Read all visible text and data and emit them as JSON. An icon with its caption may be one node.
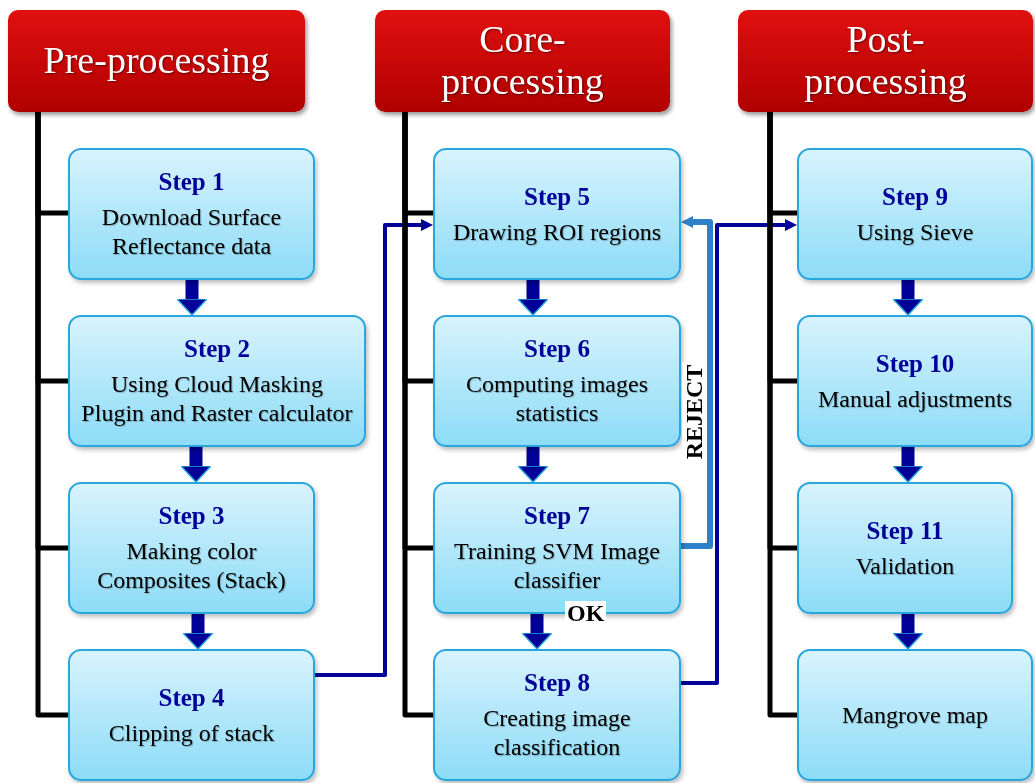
{
  "diagram": {
    "nodes": [
      {
        "text": [
          "Pre-processing"
        ]
      },
      {
        "text": [
          "Step 1",
          "Download Surface Reflectance data"
        ]
      },
      {
        "text": [
          "Step 2",
          "Using Cloud Masking Plugin and Raster calculator"
        ]
      },
      {
        "text": [
          "Step 3",
          "Making color Composites (Stack)"
        ]
      },
      {
        "text": [
          "Step 4",
          "Clipping of stack"
        ]
      },
      {
        "text": [
          "Core- processing"
        ]
      },
      {
        "text": [
          "Step 5",
          "Drawing ROI regions"
        ]
      },
      {
        "text": [
          "Step 6",
          "Computing images statistics"
        ]
      },
      {
        "text": [
          "Step 7",
          "Training SVM Image classifier"
        ]
      },
      {
        "text": [
          "Step 8",
          "Creating image classification"
        ]
      },
      {
        "text": [
          "Post- processing"
        ]
      },
      {
        "text": [
          "Step 9",
          "Using Sieve"
        ]
      },
      {
        "text": [
          "Step 10",
          "Manual adjustments"
        ]
      },
      {
        "text": [
          "Step 11",
          "Validation"
        ]
      },
      {
        "text": [
          "Mangrove map"
        ]
      }
    ],
    "edges": [
      {
        "from": 0,
        "to": 1,
        "arrow": "none"
      },
      {
        "from": 0,
        "to": 2,
        "arrow": "none"
      },
      {
        "from": 0,
        "to": 3,
        "arrow": "none"
      },
      {
        "from": 0,
        "to": 4,
        "arrow": "none"
      },
      {
        "from": 1,
        "to": 2,
        "arrow": "to",
        "style": "thick",
        "color": "#000099"
      },
      {
        "from": 2,
        "to": 3,
        "arrow": "to",
        "style": "thick",
        "color": "#000099"
      },
      {
        "from": 3,
        "to": 4,
        "arrow": "to",
        "style": "thick",
        "color": "#000099"
      },
      {
        "from": 4,
        "to": 6,
        "arrow": "to",
        "color": "#000099"
      },
      {
        "from": 5,
        "to": 6,
        "arrow": "none"
      },
      {
        "from": 5,
        "to": 7,
        "arrow": "none"
      },
      {
        "from": 5,
        "to": 8,
        "arrow": "none"
      },
      {
        "from": 5,
        "to": 9,
        "arrow": "none"
      },
      {
        "from": 6,
        "to": 7,
        "arrow": "to",
        "style": "thick",
        "color": "#000099"
      },
      {
        "from": 7,
        "to": 8,
        "arrow": "to",
        "style": "thick",
        "color": "#000099"
      },
      {
        "from": 8,
        "to": 9,
        "arrow": "to",
        "style": "thick",
        "color": "#000099",
        "label": "OK"
      },
      {
        "from": 8,
        "to": 6,
        "arrow": "to",
        "color": "#2e80c8",
        "label": "REJECT"
      },
      {
        "from": 9,
        "to": 11,
        "arrow": "to",
        "color": "#000099"
      },
      {
        "from": 10,
        "to": 11,
        "arrow": "none"
      },
      {
        "from": 10,
        "to": 12,
        "arrow": "none"
      },
      {
        "from": 10,
        "to": 13,
        "arrow": "none"
      },
      {
        "from": 10,
        "to": 14,
        "arrow": "none"
      },
      {
        "from": 11,
        "to": 12,
        "arrow": "to",
        "style": "thick",
        "color": "#000099"
      },
      {
        "from": 12,
        "to": 13,
        "arrow": "to",
        "style": "thick",
        "color": "#000099"
      },
      {
        "from": 13,
        "to": 14,
        "arrow": "to",
        "style": "thick",
        "color": "#000099"
      }
    ]
  }
}
